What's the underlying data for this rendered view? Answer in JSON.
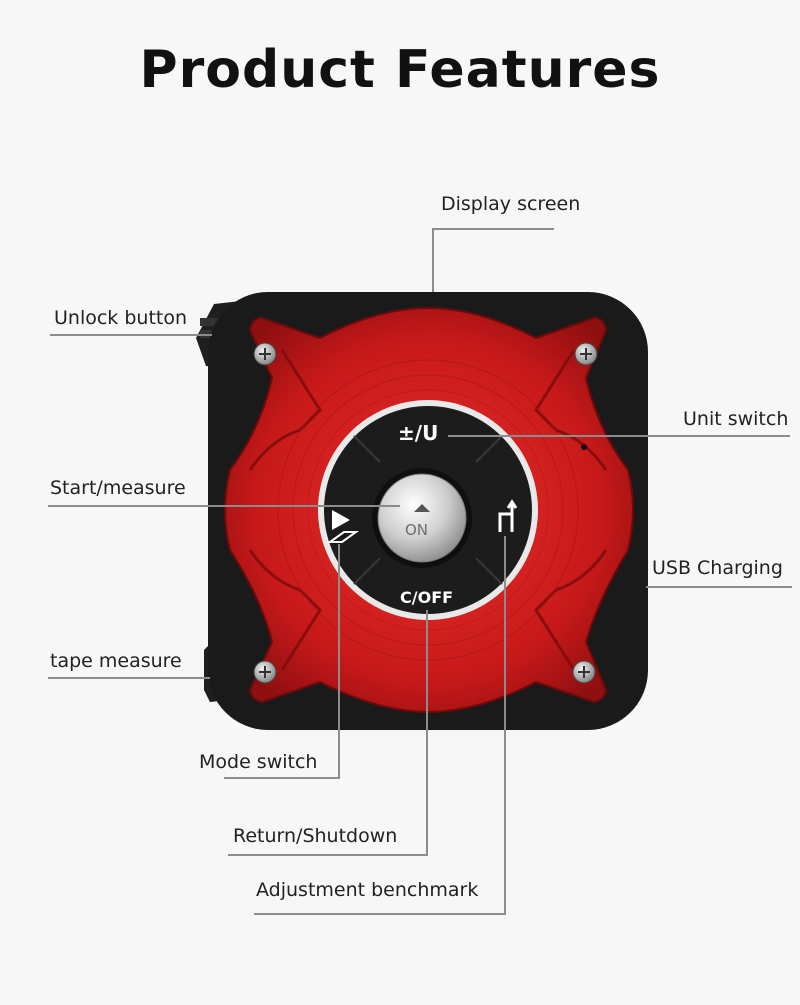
{
  "title": "Product Features",
  "labels": {
    "display_screen": "Display screen",
    "unlock_button": "Unlock button",
    "unit_switch": "Unit switch",
    "start_measure": "Start/measure",
    "usb_charging": "USB Charging",
    "tape_measure": "tape measure",
    "mode_switch": "Mode switch",
    "return_shutdown": "Return/Shutdown",
    "adjustment_benchmark": "Adjustment benchmark"
  },
  "buttons": {
    "unit": "±/U",
    "power_on": "ON",
    "clear_off": "C/OFF"
  },
  "colors": {
    "body_red": "#d41e1e",
    "body_black": "#1a1a1a",
    "button_silver": "#c8c8c8",
    "leader_line": "#8c8c8c"
  }
}
